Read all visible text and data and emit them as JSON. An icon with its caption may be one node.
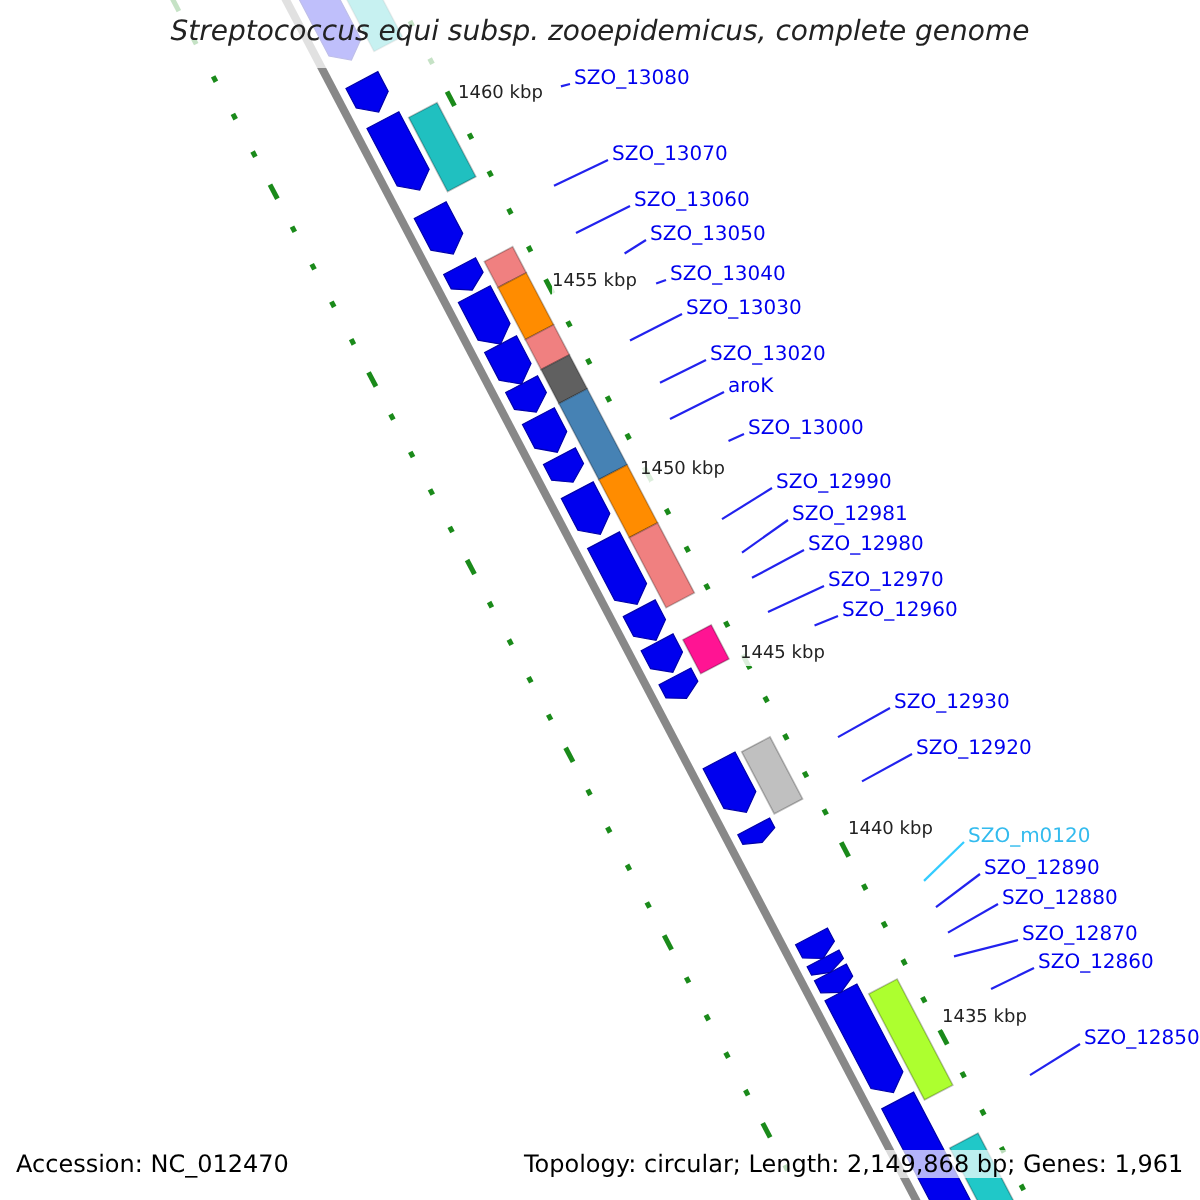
{
  "diagram": {
    "title": "Streptococcus equi subsp. zooepidemicus, complete genome",
    "nodes": [
      {
        "text": [
          "SZO_13080"
        ]
      },
      {
        "text": [
          "SZO_13070"
        ]
      },
      {
        "text": [
          "SZO_13060"
        ]
      },
      {
        "text": [
          "SZO_13050"
        ]
      },
      {
        "text": [
          "SZO_13040"
        ]
      },
      {
        "text": [
          "SZO_13030"
        ]
      },
      {
        "text": [
          "SZO_13020"
        ]
      },
      {
        "text": [
          "aroK"
        ]
      },
      {
        "text": [
          "SZO_13000"
        ]
      },
      {
        "text": [
          "SZO_12990"
        ]
      },
      {
        "text": [
          "SZO_12981"
        ]
      },
      {
        "text": [
          "SZO_12980"
        ]
      },
      {
        "text": [
          "SZO_12970"
        ]
      },
      {
        "text": [
          "SZO_12960"
        ]
      },
      {
        "text": [
          "SZO_12930"
        ]
      },
      {
        "text": [
          "SZO_12920"
        ]
      },
      {
        "text": [
          "SZO_m0120"
        ]
      },
      {
        "text": [
          "SZO_12890"
        ]
      },
      {
        "text": [
          "SZO_12880"
        ]
      },
      {
        "text": [
          "SZO_12870"
        ]
      },
      {
        "text": [
          "SZO_12860"
        ]
      },
      {
        "text": [
          "SZO_12850"
        ]
      }
    ],
    "edges": [
      {
        "from": 0,
        "to": null,
        "arrow": "none"
      },
      {
        "from": 1,
        "to": null,
        "arrow": "none"
      },
      {
        "from": 2,
        "to": null,
        "arrow": "none"
      },
      {
        "from": 3,
        "to": null,
        "arrow": "none"
      },
      {
        "from": 4,
        "to": null,
        "arrow": "none"
      },
      {
        "from": 5,
        "to": null,
        "arrow": "none"
      },
      {
        "from": 6,
        "to": null,
        "arrow": "none"
      },
      {
        "from": 7,
        "to": null,
        "arrow": "none"
      },
      {
        "from": 8,
        "to": null,
        "arrow": "none"
      },
      {
        "from": 9,
        "to": null,
        "arrow": "none"
      },
      {
        "from": 10,
        "to": null,
        "arrow": "none"
      },
      {
        "from": 11,
        "to": null,
        "arrow": "none"
      },
      {
        "from": 12,
        "to": null,
        "arrow": "none"
      },
      {
        "from": 13,
        "to": null,
        "arrow": "none"
      },
      {
        "from": 14,
        "to": null,
        "arrow": "none"
      },
      {
        "from": 15,
        "to": null,
        "arrow": "none"
      },
      {
        "from": 16,
        "to": null,
        "arrow": "none",
        "color": "#33ccff"
      },
      {
        "from": 17,
        "to": null,
        "arrow": "none"
      },
      {
        "from": 18,
        "to": null,
        "arrow": "none"
      },
      {
        "from": 19,
        "to": null,
        "arrow": "none"
      },
      {
        "from": 20,
        "to": null,
        "arrow": "none"
      },
      {
        "from": 21,
        "to": null,
        "arrow": "none"
      }
    ],
    "labels": [
      "1460 kbp",
      "1455 kbp",
      "1450 kbp",
      "1445 kbp",
      "1440 kbp",
      "1435 kbp",
      "Accession: NC_012470",
      "Topology: circular; Length: 2,149,868 bp; Genes: 1,961"
    ]
  }
}
